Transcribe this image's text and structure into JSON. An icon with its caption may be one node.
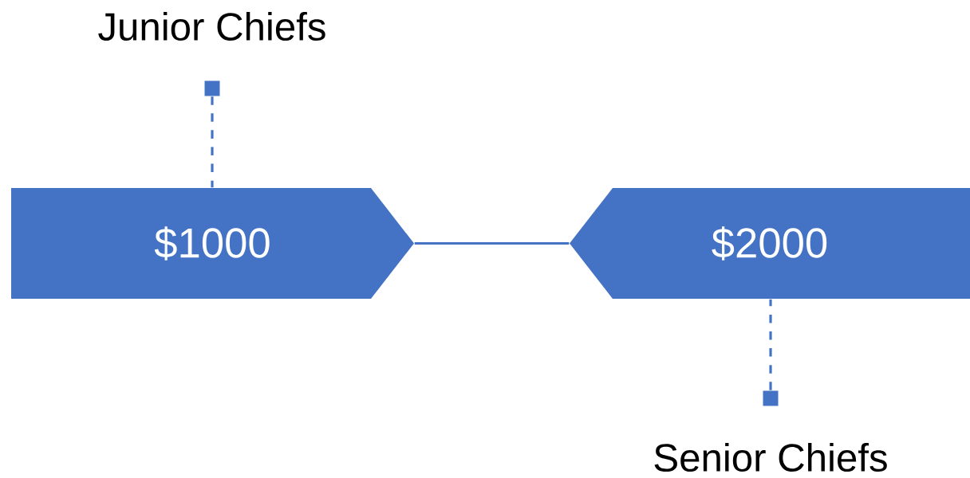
{
  "diagram": {
    "nodes": [
      {
        "text": [
          "$1000"
        ]
      },
      {
        "text": [
          "$2000"
        ]
      },
      {
        "text": [],
        "shape": "box",
        "beside": [
          "Junior Chiefs"
        ]
      },
      {
        "text": [],
        "shape": "box",
        "beside": [
          "Senior Chiefs"
        ]
      }
    ],
    "edges": [
      {
        "from": 0,
        "to": 1,
        "arrow": "none"
      },
      {
        "from": 2,
        "to": 0,
        "arrow": "none",
        "style": "dashed"
      },
      {
        "from": 3,
        "to": 1,
        "arrow": "none",
        "style": "dashed"
      }
    ]
  }
}
